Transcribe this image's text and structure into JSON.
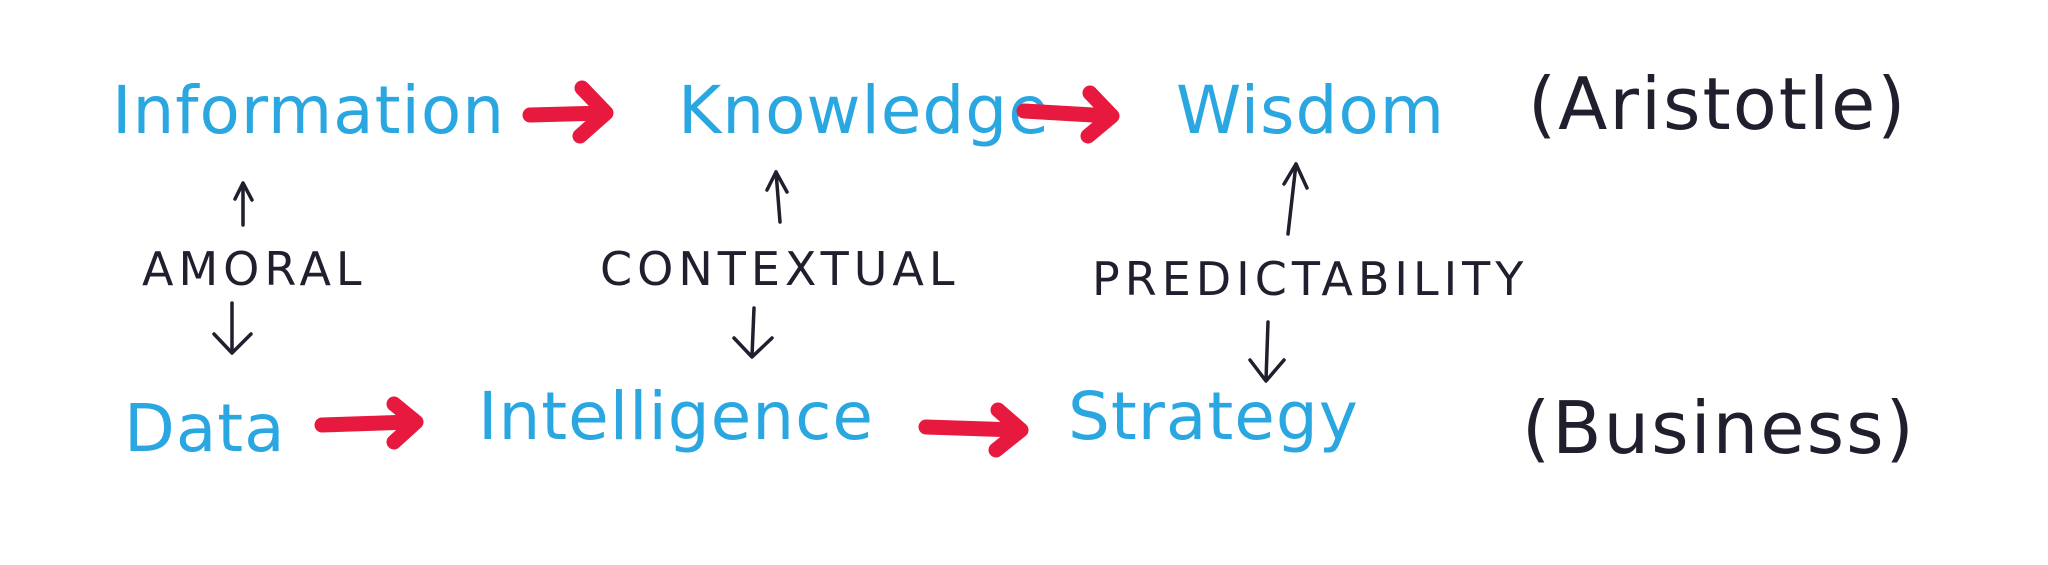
{
  "colors": {
    "term": "#2aa7e0",
    "arrow": "#e8193f",
    "ink": "#1f1f2e",
    "background": "#ffffff"
  },
  "top_row": {
    "terms": [
      "Information",
      "Knowledge",
      "Wisdom"
    ],
    "label": "(Aristotle)"
  },
  "bottom_row": {
    "terms": [
      "Data",
      "Intelligence",
      "Strategy"
    ],
    "label": "(Business)"
  },
  "relations": [
    "AMORAL",
    "CONTEXTUAL",
    "PREDICTABILITY"
  ]
}
